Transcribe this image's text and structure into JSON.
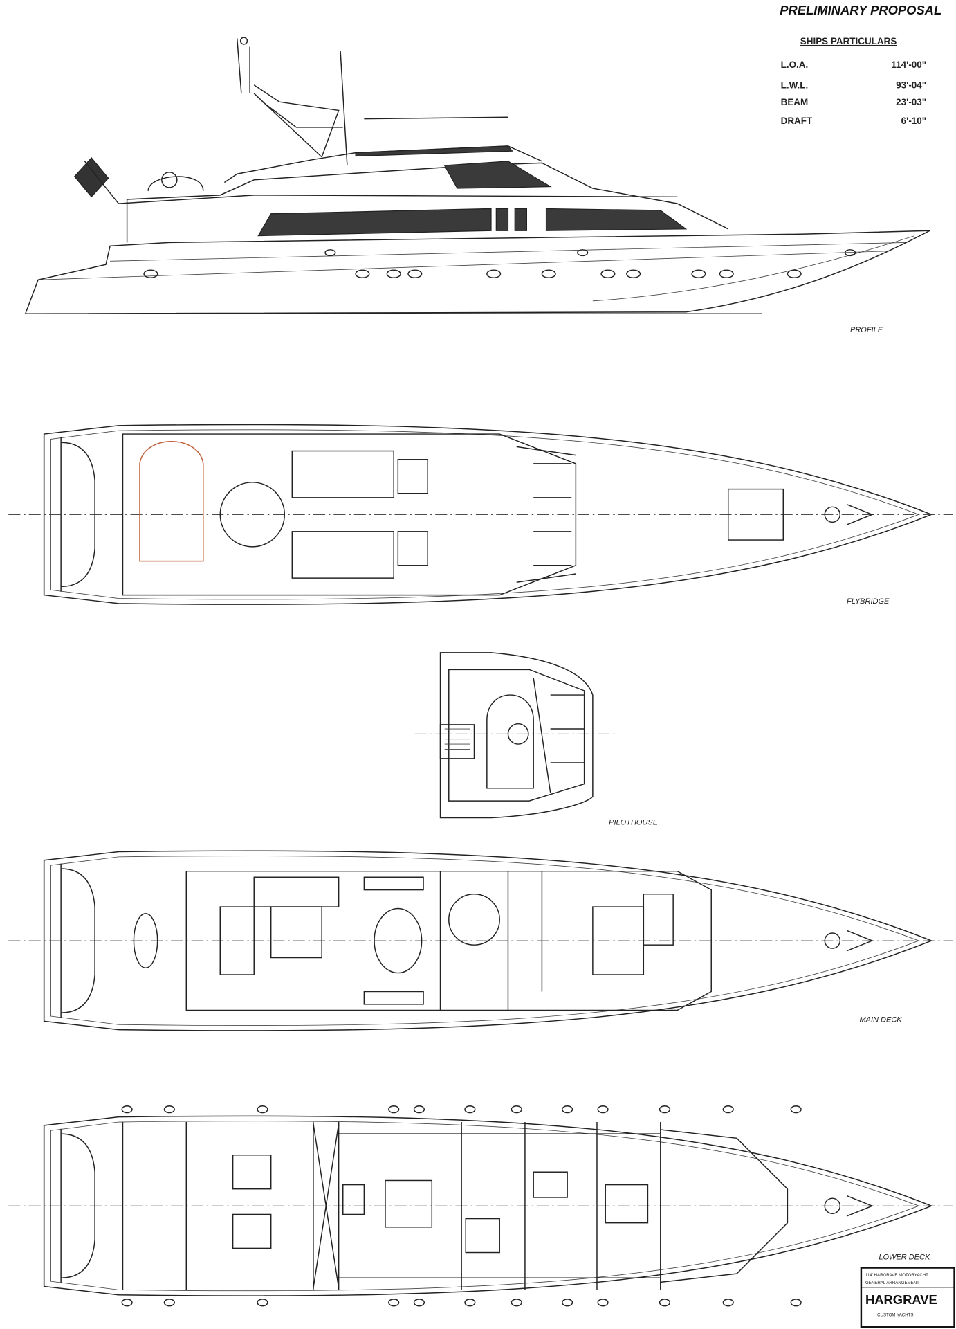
{
  "header": {
    "title": "PRELIMINARY PROPOSAL",
    "particulars_heading": "SHIPS PARTICULARS",
    "particulars": [
      {
        "label": "L.O.A.",
        "value": "114'-00\""
      },
      {
        "label": "L.W.L.",
        "value": "93'-04\""
      },
      {
        "label": "BEAM",
        "value": "23'-03\""
      },
      {
        "label": "DRAFT",
        "value": "6'-10\""
      }
    ]
  },
  "views": {
    "profile": "PROFILE",
    "flybridge": "FLYBRIDGE",
    "pilothouse": "PILOTHOUSE",
    "main_deck": "MAIN DECK",
    "lower_deck": "LOWER DECK"
  },
  "title_block": {
    "line1": "114' HARGRAVE MOTORYACHT",
    "line2": "GENERAL ARRANGEMENT",
    "brand": "HARGRAVE",
    "sub": "CUSTOM YACHTS"
  },
  "colors": {
    "line": "#222222",
    "tender": "#c0603a",
    "window": "#3a3a3a"
  }
}
